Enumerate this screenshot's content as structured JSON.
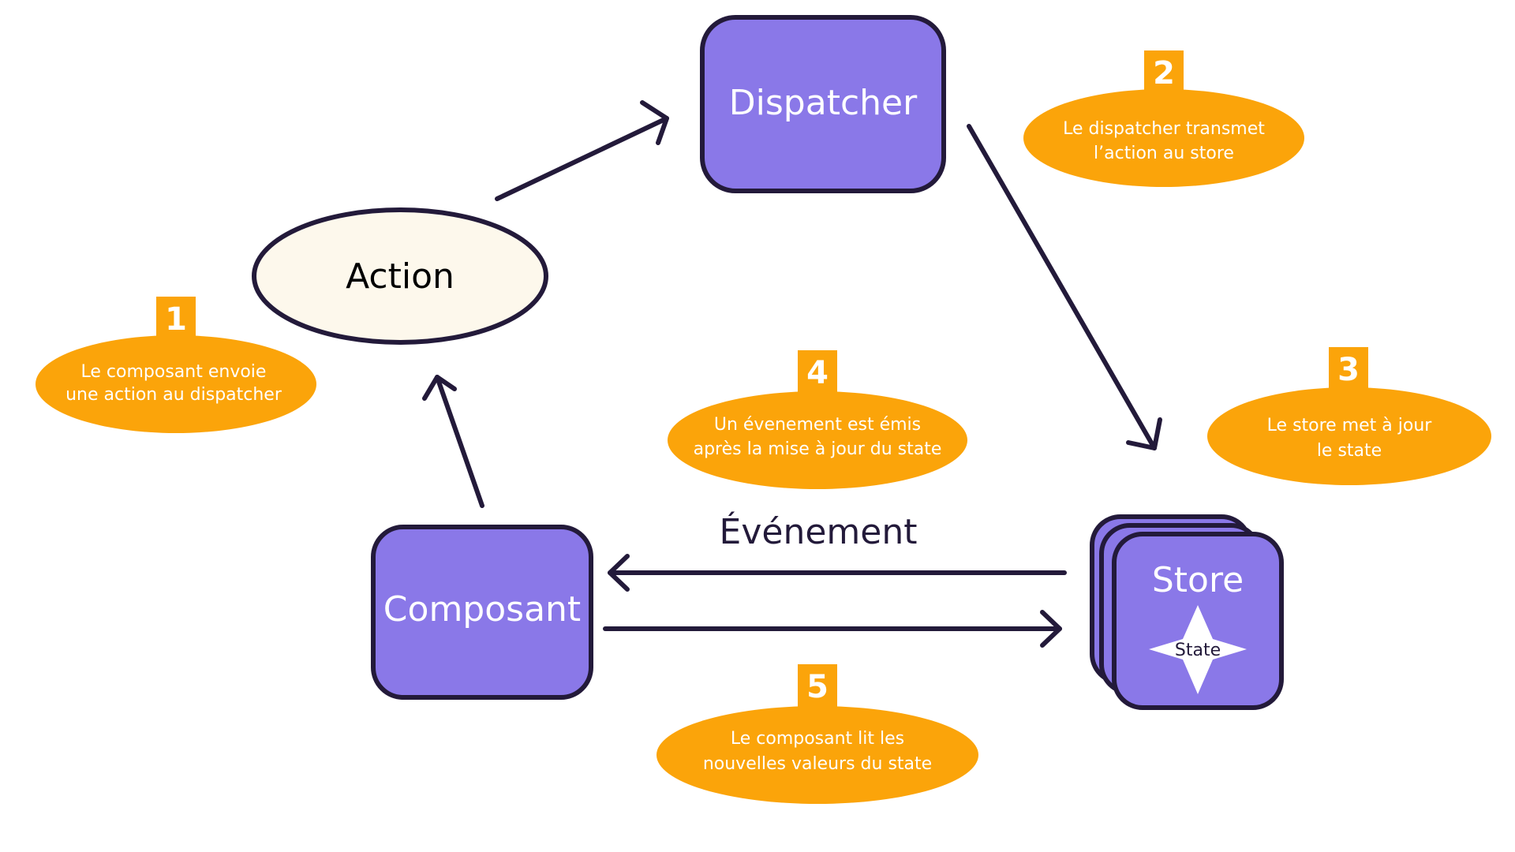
{
  "nodes": {
    "dispatcher": "Dispatcher",
    "action": "Action",
    "composant": "Composant",
    "store": "Store",
    "state": "State"
  },
  "edge_label": "Événement",
  "steps": [
    {
      "number": "1",
      "line1": "Le composant envoie",
      "line2": "une action au dispatcher"
    },
    {
      "number": "2",
      "line1": "Le dispatcher transmet",
      "line2": "l’action au store"
    },
    {
      "number": "3",
      "line1": "Le store met à jour",
      "line2": "le state"
    },
    {
      "number": "4",
      "line1": "Un évenement est émis",
      "line2": "après la mise à jour du state"
    },
    {
      "number": "5",
      "line1": "Le composant lit les",
      "line2": "nouvelles valeurs du state"
    }
  ],
  "colors": {
    "node_fill": "#8a78e8",
    "action_fill": "#fdf8ec",
    "stroke": "#231a3a",
    "badge": "#fba40a",
    "badge_text": "#ffffff"
  }
}
